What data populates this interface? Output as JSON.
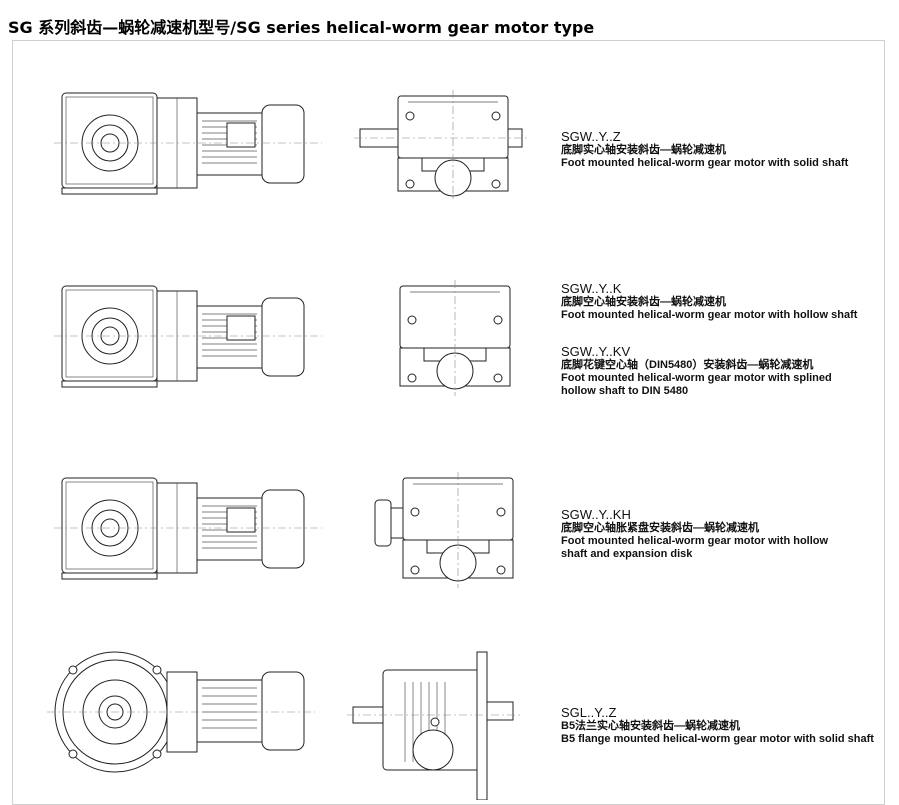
{
  "title": "SG 系列斜齿—蜗轮减速机型号/SG series helical-worm gear motor type",
  "items": [
    {
      "code": "SGW..Y..Z",
      "cn": "底脚实心轴安装斜齿—蜗轮减速机",
      "en": "Foot mounted  helical-worm gear motor with solid shaft"
    },
    {
      "code": "SGW..Y..K",
      "cn": "底脚空心轴安装斜齿—蜗轮减速机",
      "en": "Foot mounted  helical-worm gear motor with hollow shaft"
    },
    {
      "code": "SGW..Y..KV",
      "cn": "底脚花键空心轴（DIN5480）安装斜齿—蜗轮减速机",
      "en": "Foot mounted helical-worm gear motor with splined hollow shaft to DIN 5480"
    },
    {
      "code": "SGW..Y..KH",
      "cn": "底脚空心轴胀紧盘安装斜齿—蜗轮减速机",
      "en": "Foot mounted  helical-worm gear motor with hollow shaft and expansion disk"
    },
    {
      "code": "SGL..Y..Z",
      "cn": "B5法兰实心轴安装斜齿—蜗轮减速机",
      "en": "B5 flange mounted  helical-worm gear motor with solid shaft"
    }
  ]
}
